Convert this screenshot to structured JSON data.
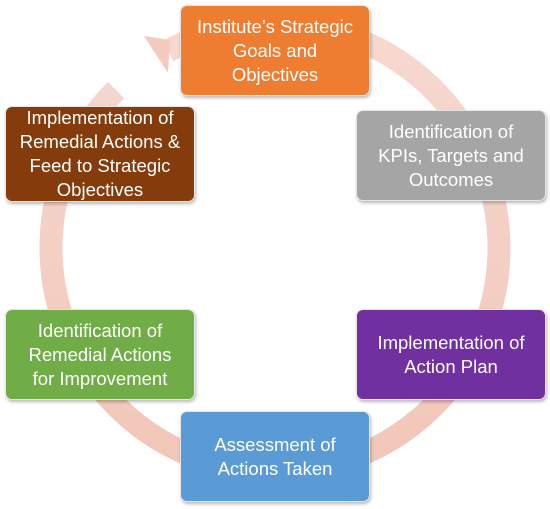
{
  "diagram": {
    "type": "cycle",
    "nodes": [
      {
        "id": "goals",
        "lines": [
          "Institute’s Strategic",
          "Goals and",
          "Objectives"
        ],
        "color": "#ee7d31"
      },
      {
        "id": "kpis",
        "lines": [
          "Identification of",
          "KPIs, Targets and",
          "Outcomes"
        ],
        "color": "#a5a5a5"
      },
      {
        "id": "impl_plan",
        "lines": [
          "Implementation of",
          "Action Plan"
        ],
        "color": "#7030a0"
      },
      {
        "id": "assessment",
        "lines": [
          "Assessment of",
          "Actions Taken"
        ],
        "color": "#5b9bd5"
      },
      {
        "id": "remedial",
        "lines": [
          "Identification of",
          "Remedial Actions",
          "for Improvement"
        ],
        "color": "#70ad47"
      },
      {
        "id": "feed",
        "lines": [
          "Implementation of",
          "Remedial Actions &",
          "Feed to Strategic",
          "Objectives"
        ],
        "color": "#843c0c"
      }
    ],
    "arrow_color": "#f4cfc4",
    "direction": "clockwise"
  }
}
